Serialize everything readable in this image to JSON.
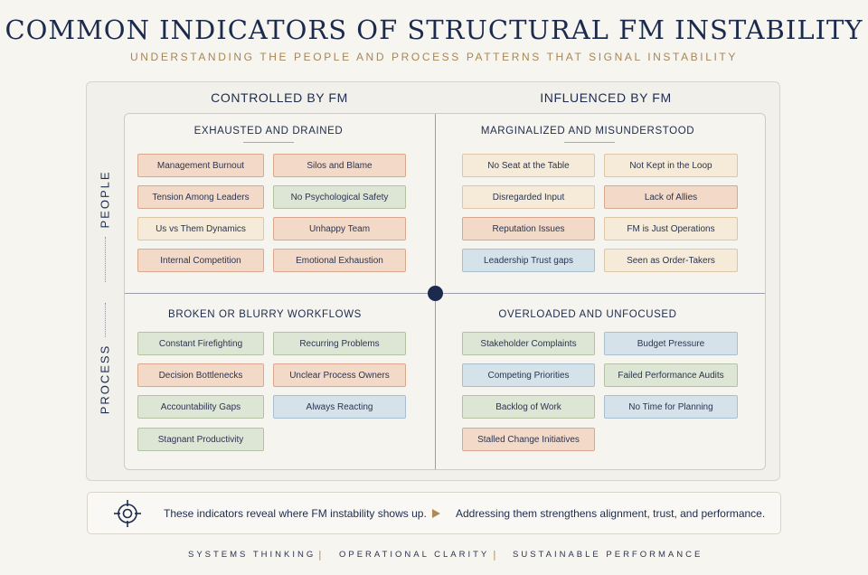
{
  "title": "COMMON INDICATORS OF STRUCTURAL FM INSTABILITY",
  "subtitle": "UNDERSTANDING THE PEOPLE AND PROCESS PATTERNS THAT SIGNAL INSTABILITY",
  "columns": [
    "CONTROLLED BY FM",
    "INFLUENCED BY FM"
  ],
  "rows": [
    "PEOPLE",
    "PROCESS"
  ],
  "quadrants": [
    {
      "title": "EXHAUSTED AND DRAINED",
      "items": [
        {
          "label": "Management Burnout",
          "color": "peach"
        },
        {
          "label": "Silos and Blame",
          "color": "peach"
        },
        {
          "label": "Tension Among Leaders",
          "color": "peach"
        },
        {
          "label": "No Psychological Safety",
          "color": "green"
        },
        {
          "label": "Us vs Them Dynamics",
          "color": "cream"
        },
        {
          "label": "Unhappy Team",
          "color": "peach"
        },
        {
          "label": "Internal Competition",
          "color": "peach"
        },
        {
          "label": "Emotional Exhaustion",
          "color": "peach"
        }
      ]
    },
    {
      "title": "MARGINALIZED AND MISUNDERSTOOD",
      "items": [
        {
          "label": "No Seat at the Table",
          "color": "cream"
        },
        {
          "label": "Not Kept in the Loop",
          "color": "cream"
        },
        {
          "label": "Disregarded Input",
          "color": "cream"
        },
        {
          "label": "Lack of Allies",
          "color": "peach"
        },
        {
          "label": "Reputation Issues",
          "color": "peach"
        },
        {
          "label": "FM is Just Operations",
          "color": "cream"
        },
        {
          "label": "Leadership Trust gaps",
          "color": "blue"
        },
        {
          "label": "Seen as Order-Takers",
          "color": "cream"
        }
      ]
    },
    {
      "title": "BROKEN OR BLURRY WORKFLOWS",
      "items": [
        {
          "label": "Constant Firefighting",
          "color": "green"
        },
        {
          "label": "Recurring Problems",
          "color": "green"
        },
        {
          "label": "Decision Bottlenecks",
          "color": "peach"
        },
        {
          "label": "Unclear Process Owners",
          "color": "peach"
        },
        {
          "label": "Accountability Gaps",
          "color": "green"
        },
        {
          "label": "Always Reacting",
          "color": "blue"
        },
        {
          "label": "Stagnant Productivity",
          "color": "green"
        }
      ]
    },
    {
      "title": "OVERLOADED AND UNFOCUSED",
      "items": [
        {
          "label": "Stakeholder Complaints",
          "color": "green"
        },
        {
          "label": "Budget Pressure",
          "color": "blue"
        },
        {
          "label": "Competing Priorities",
          "color": "blue"
        },
        {
          "label": "Failed Performance Audits",
          "color": "green"
        },
        {
          "label": "Backlog of Work",
          "color": "green"
        },
        {
          "label": "No Time for Planning",
          "color": "blue"
        },
        {
          "label": "Stalled Change Initiatives",
          "color": "peach"
        }
      ]
    }
  ],
  "bottom": {
    "left_text": "These indicators reveal where FM instability shows up.",
    "right_text": "Addressing them strengthens alignment, trust, and performance.",
    "icon": "target-icon"
  },
  "footer": [
    "SYSTEMS THINKING",
    "OPERATIONAL CLARITY",
    "SUSTAINABLE PERFORMANCE"
  ]
}
